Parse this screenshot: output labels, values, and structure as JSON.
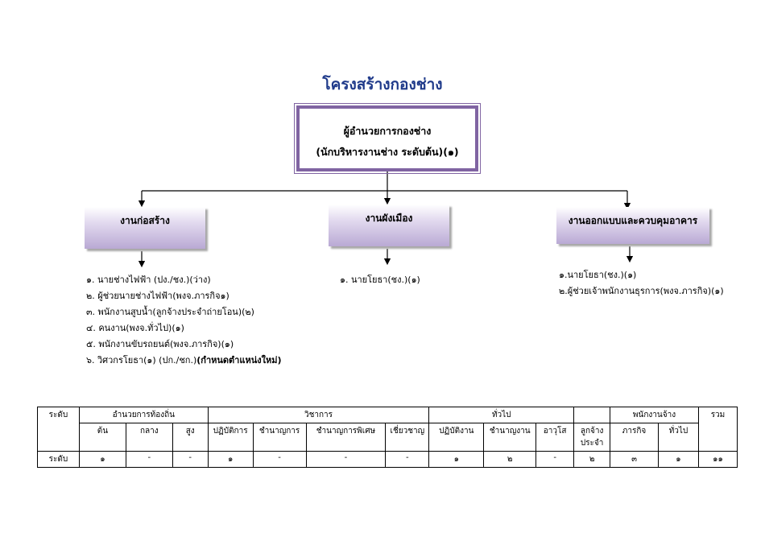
{
  "title": "โครงสร้างกองช่าง",
  "director": {
    "line1": "ผู้อำนวยการกองช่าง",
    "line2": "(นักบริหารงานช่าง ระดับต้น)(๑)"
  },
  "departments": [
    {
      "name": "งานก่อสร้าง",
      "staff": [
        "๑. นายช่างไฟฟ้า (ปง./ชง.)(ว่าง)",
        "๒. ผู้ช่วยนายช่างไฟฟ้า(พงจ.ภารกิจ๑)",
        "๓. พนักงานสูบน้ำ(ลูกจ้างประจำถ่ายโอน)(๒)",
        "๔. คนงาน(พงจ.ทั่วไป)(๑)",
        "๕. พนักงานขับรถยนต์(พงจ.ภารกิจ)(๑)",
        "๖. วิศวกรโยธา(๑) (ปก./ชก.)"
      ],
      "staff_note": "(กำหนดตำแหน่งใหม่)"
    },
    {
      "name": "งานผังเมือง",
      "staff": [
        "๑. นายโยธา(ชง.)(๑)"
      ]
    },
    {
      "name": "งานออกแบบและควบคุมอาคาร",
      "staff": [
        "๑.นายโยธา(ชง.)(๑)",
        "๒.ผู้ช่วยเจ้าพนักงานธุรการ(พงจ.ภารกิจ)(๑)"
      ]
    }
  ],
  "quota_table": {
    "row_label": "ระดับ",
    "total_label": "รวม",
    "groups": [
      "อำนวยการท้องถิ่น",
      "วิชาการ",
      "ทั่วไป",
      "พนักงานจ้าง"
    ],
    "subheaders": [
      "ต้น",
      "กลาง",
      "สูง",
      "ปฏิบัติการ",
      "ชำนาญการ",
      "ชำนาญการพิเศษ",
      "เชี่ยวชาญ",
      "ปฏิบัติงาน",
      "ชำนาญงาน",
      "อาวุโส",
      "ลูกจ้าง",
      "ภารกิจ",
      "ทั่วไป"
    ],
    "subheader_extra": "ประจำ",
    "values": [
      "๑",
      "-",
      "-",
      "๑",
      "-",
      "-",
      "-",
      "๑",
      "๒",
      "-",
      "๒",
      "๓",
      "๑"
    ],
    "total": "๑๑"
  }
}
